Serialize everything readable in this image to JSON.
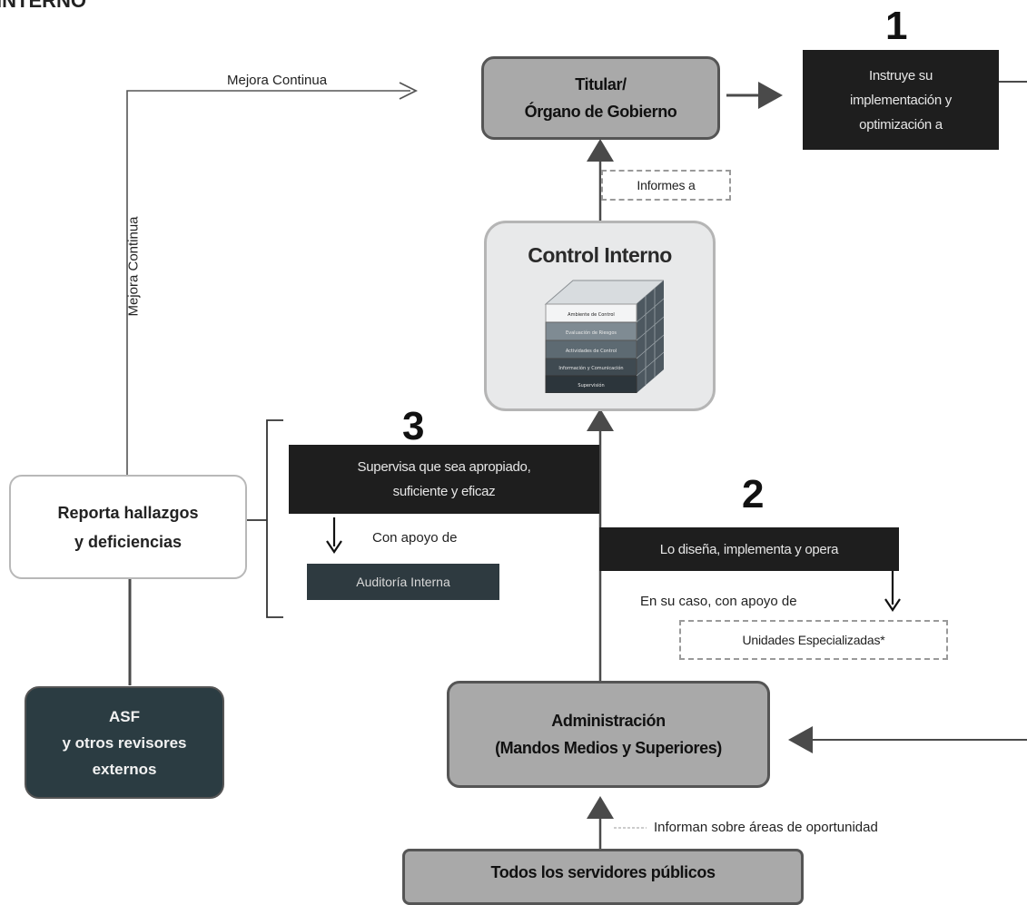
{
  "header": {
    "fragment": "INTERNO"
  },
  "nodes": {
    "titular": [
      "Titular/",
      "Órgano de Gobierno"
    ],
    "control_interno": "Control Interno",
    "reporta": [
      "Reporta hallazgos",
      "y deficiencias"
    ],
    "asf": [
      "ASF",
      "y otros revisores",
      "externos"
    ],
    "administracion": [
      "Administración",
      "(Mandos Medios y Superiores)"
    ],
    "servidores": "Todos los servidores públicos"
  },
  "steps": {
    "step1": {
      "number": "1",
      "text": [
        "Instruye su",
        "implementación y",
        "optimización a"
      ]
    },
    "step2": {
      "number": "2",
      "text": "Lo diseña, implementa y opera",
      "support_label": "En su caso, con apoyo de",
      "support_box": "Unidades Especializadas*"
    },
    "step3": {
      "number": "3",
      "text": [
        "Supervisa que sea apropiado,",
        "suficiente y eficaz"
      ],
      "support_label": "Con apoyo de",
      "support_box": "Auditoría Interna"
    }
  },
  "labels": {
    "mejora_horizontal": "Mejora Continua",
    "mejora_vertical": "Mejora Continua",
    "informes": "Informes a",
    "informan": "Informan sobre áreas de oportunidad"
  },
  "cube_layers": [
    "Ambiente de Control",
    "Evaluación de Riesgos",
    "Actividades de Control",
    "Información y Comunicación",
    "Supervisión"
  ],
  "colors": {
    "gray_box": "#a9a9a9",
    "dark_box": "#1e1e1e",
    "slate_box": "#2e3a40",
    "asf_box": "#2b3c42",
    "arrow": "#4a4a4a"
  }
}
